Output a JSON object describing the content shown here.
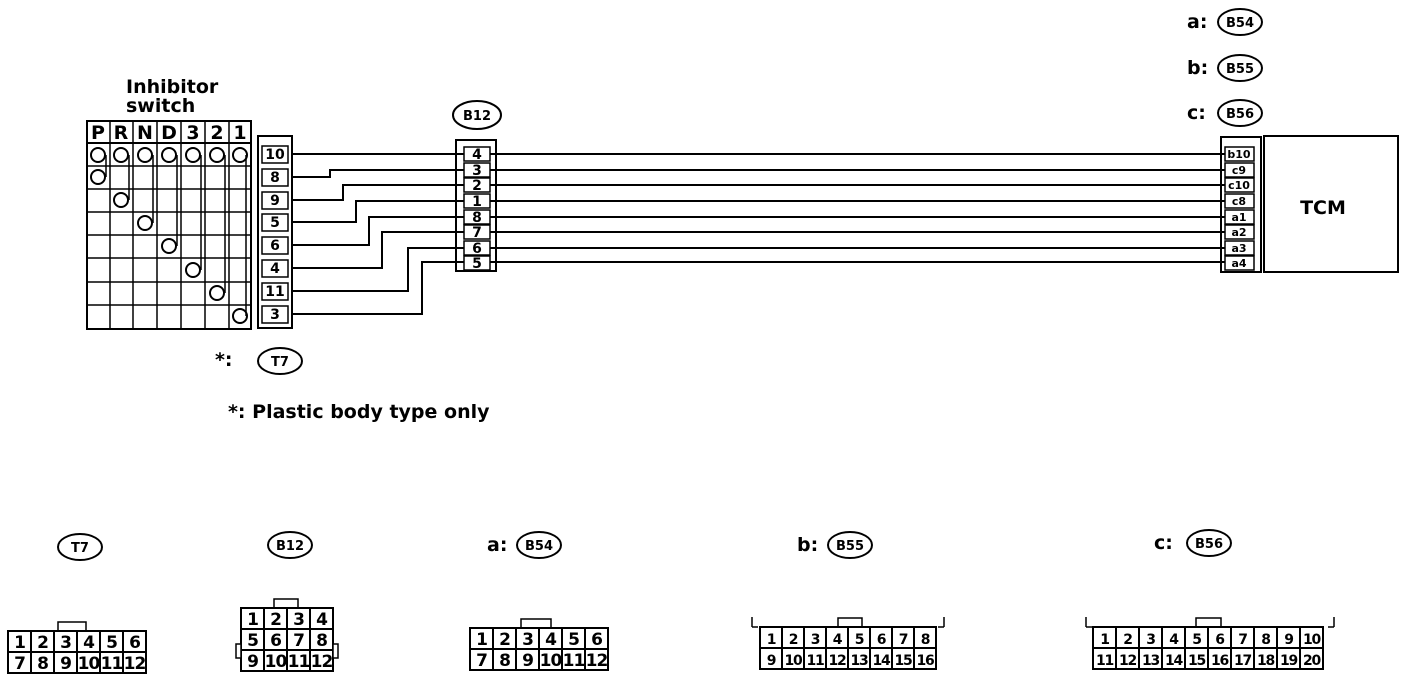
{
  "inhibitor": {
    "title_line1": "Inhibitor",
    "title_line2": "switch",
    "positions": [
      "P",
      "R",
      "N",
      "D",
      "3",
      "2",
      "1"
    ],
    "connector_pins": [
      "10",
      "8",
      "9",
      "5",
      "6",
      "4",
      "11",
      "3"
    ]
  },
  "b12": {
    "id": "B12",
    "pins": [
      "4",
      "3",
      "2",
      "1",
      "8",
      "7",
      "6",
      "5"
    ]
  },
  "tcm": {
    "label": "TCM",
    "pins": [
      "b10",
      "c9",
      "c10",
      "c8",
      "a1",
      "a2",
      "a3",
      "a4"
    ]
  },
  "legend": [
    {
      "key": "a:",
      "id": "B54"
    },
    {
      "key": "b:",
      "id": "B55"
    },
    {
      "key": "c:",
      "id": "B56"
    }
  ],
  "asterisk_ref": {
    "key": "*:",
    "id": "T7"
  },
  "note": "*: Plastic body type only",
  "bottom_connectors": [
    {
      "prefix": "",
      "id": "T7",
      "rows": [
        [
          "1",
          "2",
          "3",
          "4",
          "5",
          "6"
        ],
        [
          "7",
          "8",
          "9",
          "10",
          "11",
          "12"
        ]
      ]
    },
    {
      "prefix": "",
      "id": "B12",
      "rows": [
        [
          "1",
          "2",
          "3",
          "4"
        ],
        [
          "5",
          "6",
          "7",
          "8"
        ],
        [
          "9",
          "10",
          "11",
          "12"
        ]
      ]
    },
    {
      "prefix": "a:",
      "id": "B54",
      "rows": [
        [
          "1",
          "2",
          "3",
          "4",
          "5",
          "6"
        ],
        [
          "7",
          "8",
          "9",
          "10",
          "11",
          "12"
        ]
      ]
    },
    {
      "prefix": "b:",
      "id": "B55",
      "rows": [
        [
          "1",
          "2",
          "3",
          "4",
          "5",
          "6",
          "7",
          "8"
        ],
        [
          "9",
          "10",
          "11",
          "12",
          "13",
          "14",
          "15",
          "16"
        ]
      ]
    },
    {
      "prefix": "c:",
      "id": "B56",
      "rows": [
        [
          "1",
          "2",
          "3",
          "4",
          "5",
          "6",
          "7",
          "8",
          "9",
          "10"
        ],
        [
          "11",
          "12",
          "13",
          "14",
          "15",
          "16",
          "17",
          "18",
          "19",
          "20"
        ]
      ]
    }
  ]
}
